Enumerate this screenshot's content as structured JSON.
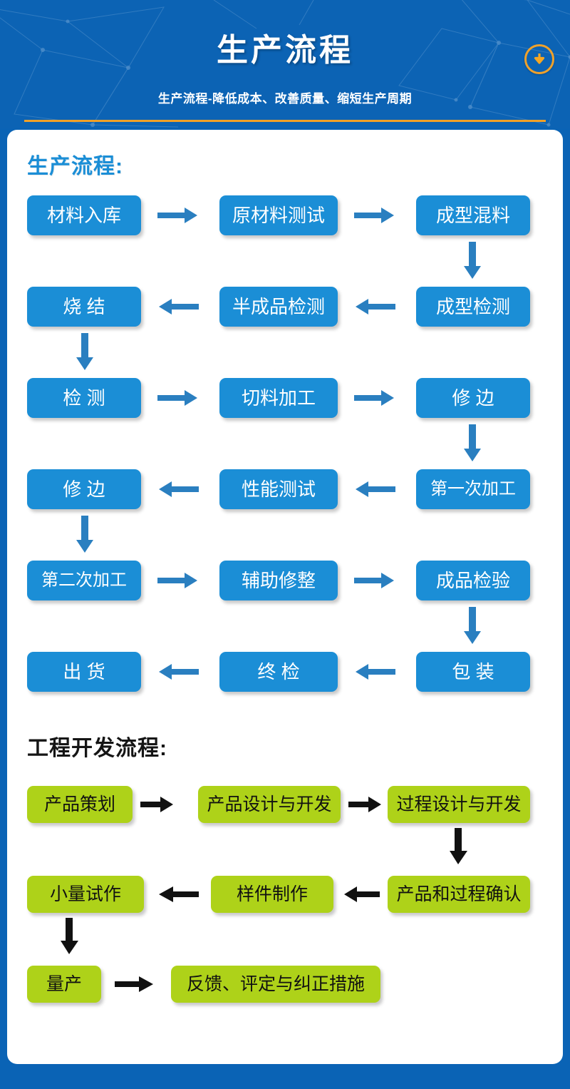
{
  "header": {
    "title": "生产流程",
    "subtitle": "生产流程-降低成本、改善质量、缩短生产周期",
    "download_icon": "download-arrow-icon",
    "bg_color": "#0c63b4",
    "rule_color": "#f0a028",
    "badge_color": "#efa12b"
  },
  "production": {
    "heading": "生产流程:",
    "accent_color": "#1b8ed6",
    "nodes": [
      {
        "id": "p1",
        "label": "材料入库",
        "row": 1,
        "col": 1
      },
      {
        "id": "p2",
        "label": "原材料测试",
        "row": 1,
        "col": 2
      },
      {
        "id": "p3",
        "label": "成型混料",
        "row": 1,
        "col": 3
      },
      {
        "id": "p4",
        "label": "成型检测",
        "row": 2,
        "col": 3
      },
      {
        "id": "p5",
        "label": "半成品检测",
        "row": 2,
        "col": 2
      },
      {
        "id": "p6",
        "label": "烧  结",
        "row": 2,
        "col": 1
      },
      {
        "id": "p7",
        "label": "检  测",
        "row": 3,
        "col": 1
      },
      {
        "id": "p8",
        "label": "切料加工",
        "row": 3,
        "col": 2
      },
      {
        "id": "p9",
        "label": "修  边",
        "row": 3,
        "col": 3
      },
      {
        "id": "p10",
        "label": "第一次加工",
        "row": 4,
        "col": 3
      },
      {
        "id": "p11",
        "label": "性能测试",
        "row": 4,
        "col": 2
      },
      {
        "id": "p12",
        "label": "修  边",
        "row": 4,
        "col": 1
      },
      {
        "id": "p13",
        "label": "第二次加工",
        "row": 5,
        "col": 1
      },
      {
        "id": "p14",
        "label": "辅助修整",
        "row": 5,
        "col": 2
      },
      {
        "id": "p15",
        "label": "成品检验",
        "row": 5,
        "col": 3
      },
      {
        "id": "p16",
        "label": "包  装",
        "row": 6,
        "col": 3
      },
      {
        "id": "p17",
        "label": "终  检",
        "row": 6,
        "col": 2
      },
      {
        "id": "p18",
        "label": "出  货",
        "row": 6,
        "col": 1
      }
    ],
    "arrows": [
      {
        "from": "p1",
        "to": "p2",
        "dir": "right"
      },
      {
        "from": "p2",
        "to": "p3",
        "dir": "right"
      },
      {
        "from": "p3",
        "to": "p4",
        "dir": "down"
      },
      {
        "from": "p4",
        "to": "p5",
        "dir": "left"
      },
      {
        "from": "p5",
        "to": "p6",
        "dir": "left"
      },
      {
        "from": "p6",
        "to": "p7",
        "dir": "down"
      },
      {
        "from": "p7",
        "to": "p8",
        "dir": "right"
      },
      {
        "from": "p8",
        "to": "p9",
        "dir": "right"
      },
      {
        "from": "p9",
        "to": "p10",
        "dir": "down"
      },
      {
        "from": "p10",
        "to": "p11",
        "dir": "left"
      },
      {
        "from": "p11",
        "to": "p12",
        "dir": "left"
      },
      {
        "from": "p12",
        "to": "p13",
        "dir": "down"
      },
      {
        "from": "p13",
        "to": "p14",
        "dir": "right"
      },
      {
        "from": "p14",
        "to": "p15",
        "dir": "right"
      },
      {
        "from": "p15",
        "to": "p16",
        "dir": "down"
      },
      {
        "from": "p16",
        "to": "p17",
        "dir": "left"
      },
      {
        "from": "p17",
        "to": "p18",
        "dir": "left"
      }
    ]
  },
  "engineering": {
    "heading": "工程开发流程:",
    "accent_color": "#aed219",
    "arrow_color": "#111111",
    "nodes": [
      {
        "id": "e1",
        "label": "产品策划",
        "row": 1,
        "col": 1
      },
      {
        "id": "e2",
        "label": "产品设计与开发",
        "row": 1,
        "col": 2
      },
      {
        "id": "e3",
        "label": "过程设计与开发",
        "row": 1,
        "col": 3
      },
      {
        "id": "e4",
        "label": "产品和过程确认",
        "row": 2,
        "col": 3
      },
      {
        "id": "e5",
        "label": "样件制作",
        "row": 2,
        "col": 2
      },
      {
        "id": "e6",
        "label": "小量试作",
        "row": 2,
        "col": 1
      },
      {
        "id": "e7",
        "label": "量产",
        "row": 3,
        "col": 1
      },
      {
        "id": "e8",
        "label": "反馈、评定与纠正措施",
        "row": 3,
        "col": 2
      }
    ],
    "arrows": [
      {
        "from": "e1",
        "to": "e2",
        "dir": "right"
      },
      {
        "from": "e2",
        "to": "e3",
        "dir": "right"
      },
      {
        "from": "e3",
        "to": "e4",
        "dir": "down"
      },
      {
        "from": "e4",
        "to": "e5",
        "dir": "left"
      },
      {
        "from": "e5",
        "to": "e6",
        "dir": "left"
      },
      {
        "from": "e6",
        "to": "e7",
        "dir": "down"
      },
      {
        "from": "e7",
        "to": "e8",
        "dir": "right"
      }
    ]
  }
}
